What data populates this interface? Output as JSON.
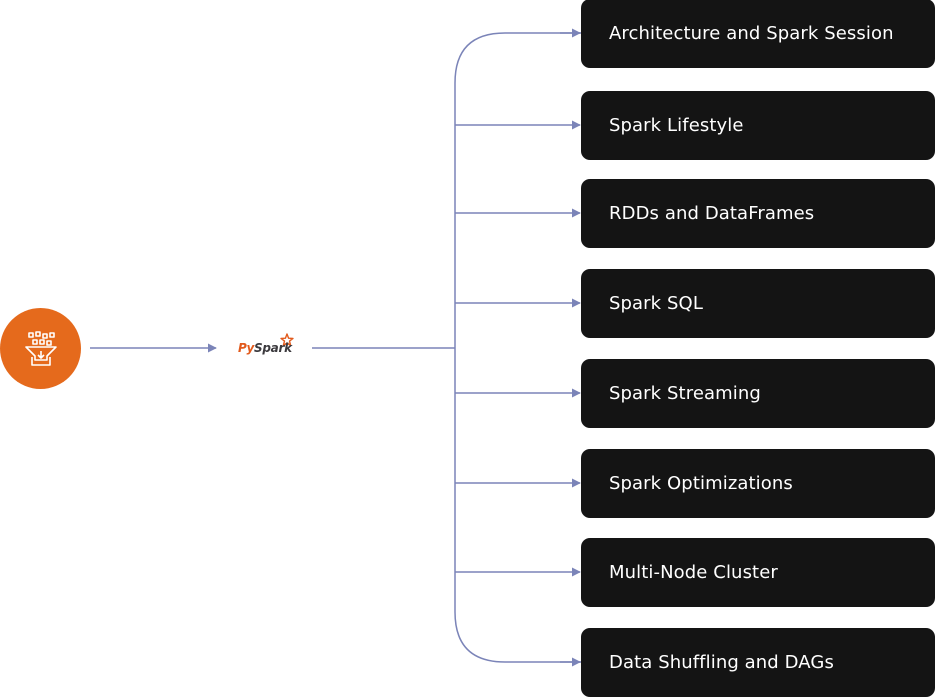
{
  "colors": {
    "connector": "#7b84b8",
    "source_node": "#e56a1c",
    "topic_box": "#141414",
    "topic_text": "#ffffff",
    "logo_py": "#e25a1c",
    "logo_spark": "#3c3a3e"
  },
  "source": {
    "icon": "data-funnel-icon"
  },
  "logo": {
    "py": "Py",
    "spark": "Spark",
    "icon": "spark-star-icon"
  },
  "topics": [
    {
      "label": "Architecture and Spark Session"
    },
    {
      "label": "Spark Lifestyle"
    },
    {
      "label": "RDDs and DataFrames"
    },
    {
      "label": "Spark SQL"
    },
    {
      "label": "Spark Streaming"
    },
    {
      "label": "Spark Optimizations"
    },
    {
      "label": "Multi-Node Cluster"
    },
    {
      "label": "Data Shuffling and DAGs"
    }
  ]
}
